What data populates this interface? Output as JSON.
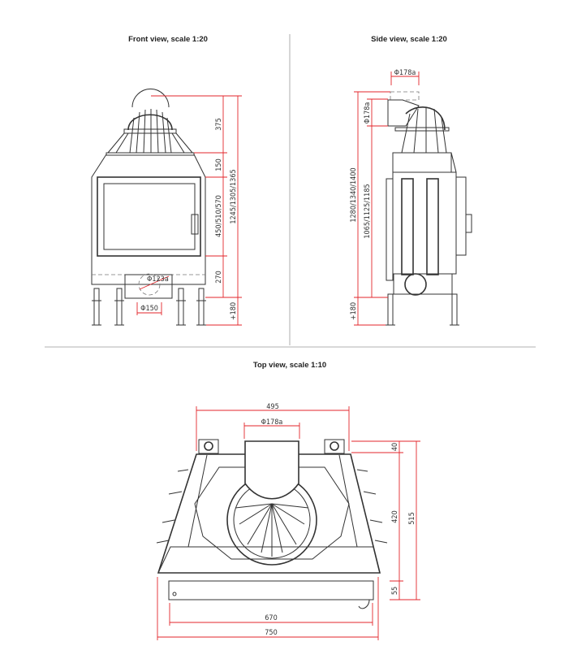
{
  "views": {
    "front": {
      "title": "Front view, scale 1:20",
      "dims": {
        "dome": "375",
        "top": "150",
        "glass": "450/510/570",
        "total": "1245/1305/1365",
        "base": "270",
        "legs": "+180",
        "flue": "Φ123a",
        "duct": "Φ150"
      }
    },
    "side": {
      "title": "Side view, scale 1:20",
      "dims": {
        "flue_top": "Φ178a",
        "flue_side": "Φ178a",
        "total": "1280/1340/1400",
        "body": "1065/1125/1185",
        "legs": "+180"
      }
    },
    "top": {
      "title": "Top view, scale 1:10",
      "dims": {
        "width_top": "495",
        "flue": "Φ178a",
        "d40": "40",
        "d420": "420",
        "d515": "515",
        "d55": "55",
        "w670": "670",
        "w750": "750"
      }
    }
  },
  "colors": {
    "dimension": "#e3262b",
    "line": "#333333"
  }
}
